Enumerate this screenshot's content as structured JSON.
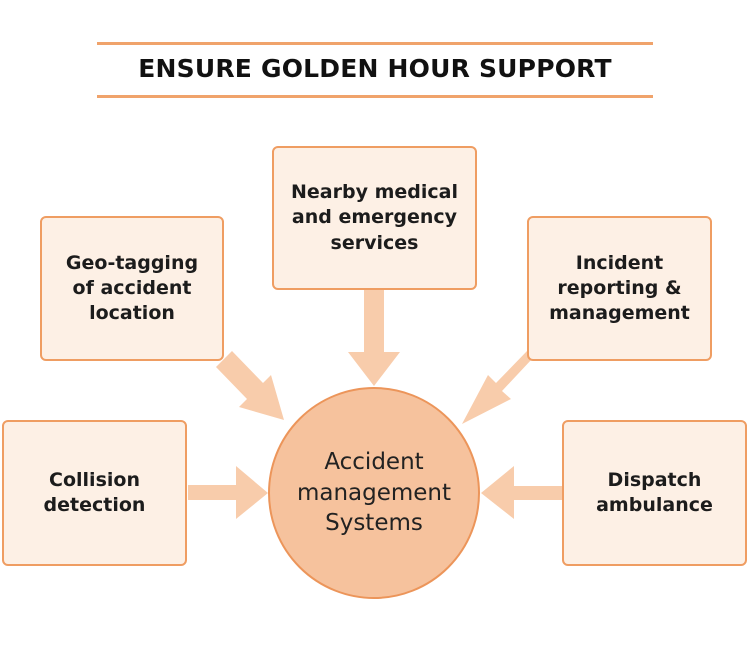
{
  "title": "ENSURE GOLDEN HOUR SUPPORT",
  "hub": {
    "label": "Accident\nmanagement\nSystems"
  },
  "nodes": {
    "geo_tagging": "Geo-tagging\nof accident\nlocation",
    "nearby_services": "Nearby medical\nand emergency\nservices",
    "incident_reporting": "Incident\nreporting &\nmanagement",
    "collision_detection": "Collision\ndetection",
    "dispatch_ambulance": "Dispatch\nambulance"
  },
  "colors": {
    "accent": "#ef9d62",
    "box_fill": "#fdf0e5",
    "arrow": "#f8ccab",
    "hub_fill": "#f6c29d"
  }
}
